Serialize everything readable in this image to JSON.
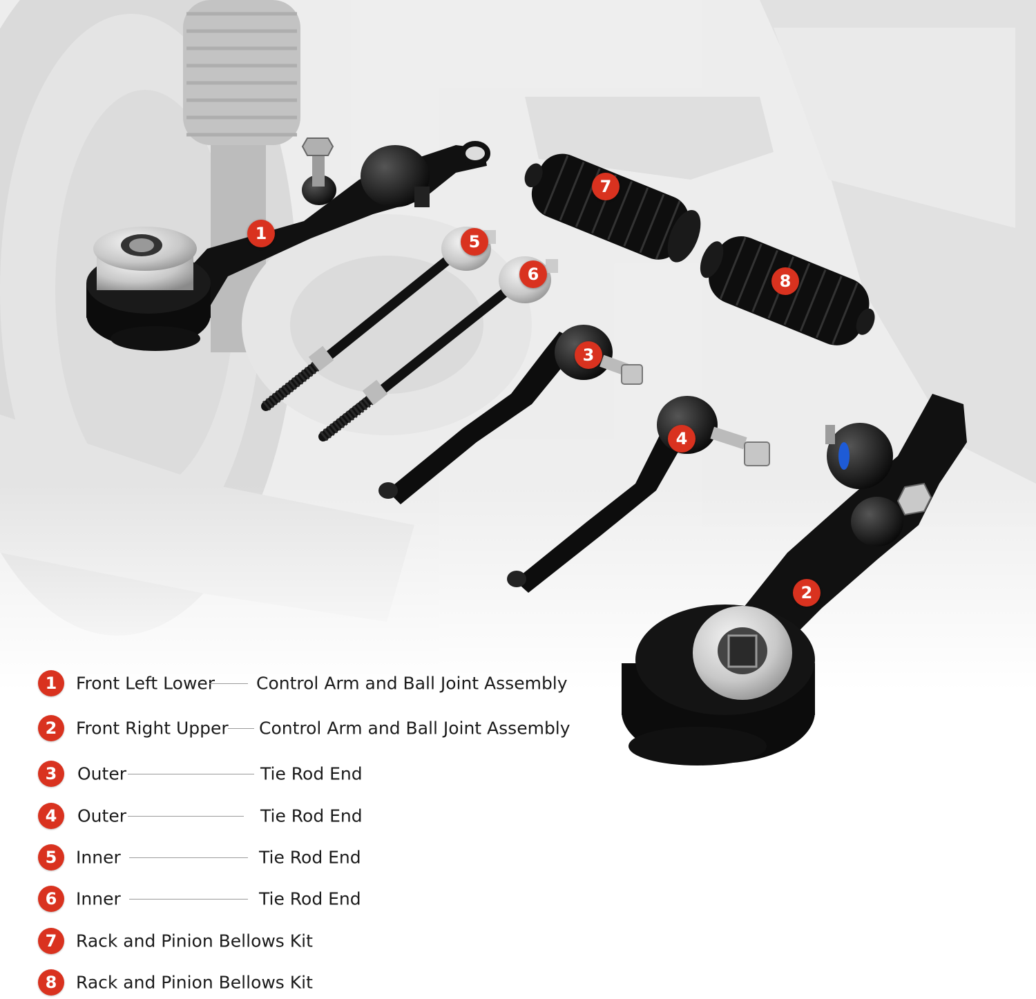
{
  "callouts": [
    {
      "n": "1"
    },
    {
      "n": "2"
    },
    {
      "n": "3"
    },
    {
      "n": "4"
    },
    {
      "n": "5"
    },
    {
      "n": "6"
    },
    {
      "n": "7"
    },
    {
      "n": "8"
    }
  ],
  "legend": [
    {
      "n": "1",
      "part": "Front Left Lower",
      "desc": "Control Arm and Ball Joint Assembly"
    },
    {
      "n": "2",
      "part": "Front Right Upper",
      "desc": "Control Arm and Ball Joint Assembly"
    },
    {
      "n": "3",
      "part": "Outer",
      "desc": "Tie Rod End"
    },
    {
      "n": "4",
      "part": "Outer",
      "desc": "Tie Rod End"
    },
    {
      "n": "5",
      "part": "Inner",
      "desc": "Tie Rod End"
    },
    {
      "n": "6",
      "part": "Inner",
      "desc": "Tie Rod End"
    },
    {
      "n": "7",
      "part": "Rack and Pinion Bellows Kit",
      "desc": ""
    },
    {
      "n": "8",
      "part": "Rack and Pinion Bellows Kit",
      "desc": ""
    }
  ],
  "colors": {
    "badge": "#d9321f",
    "part_black": "#111111",
    "background_gray": "#e6e6e6"
  }
}
